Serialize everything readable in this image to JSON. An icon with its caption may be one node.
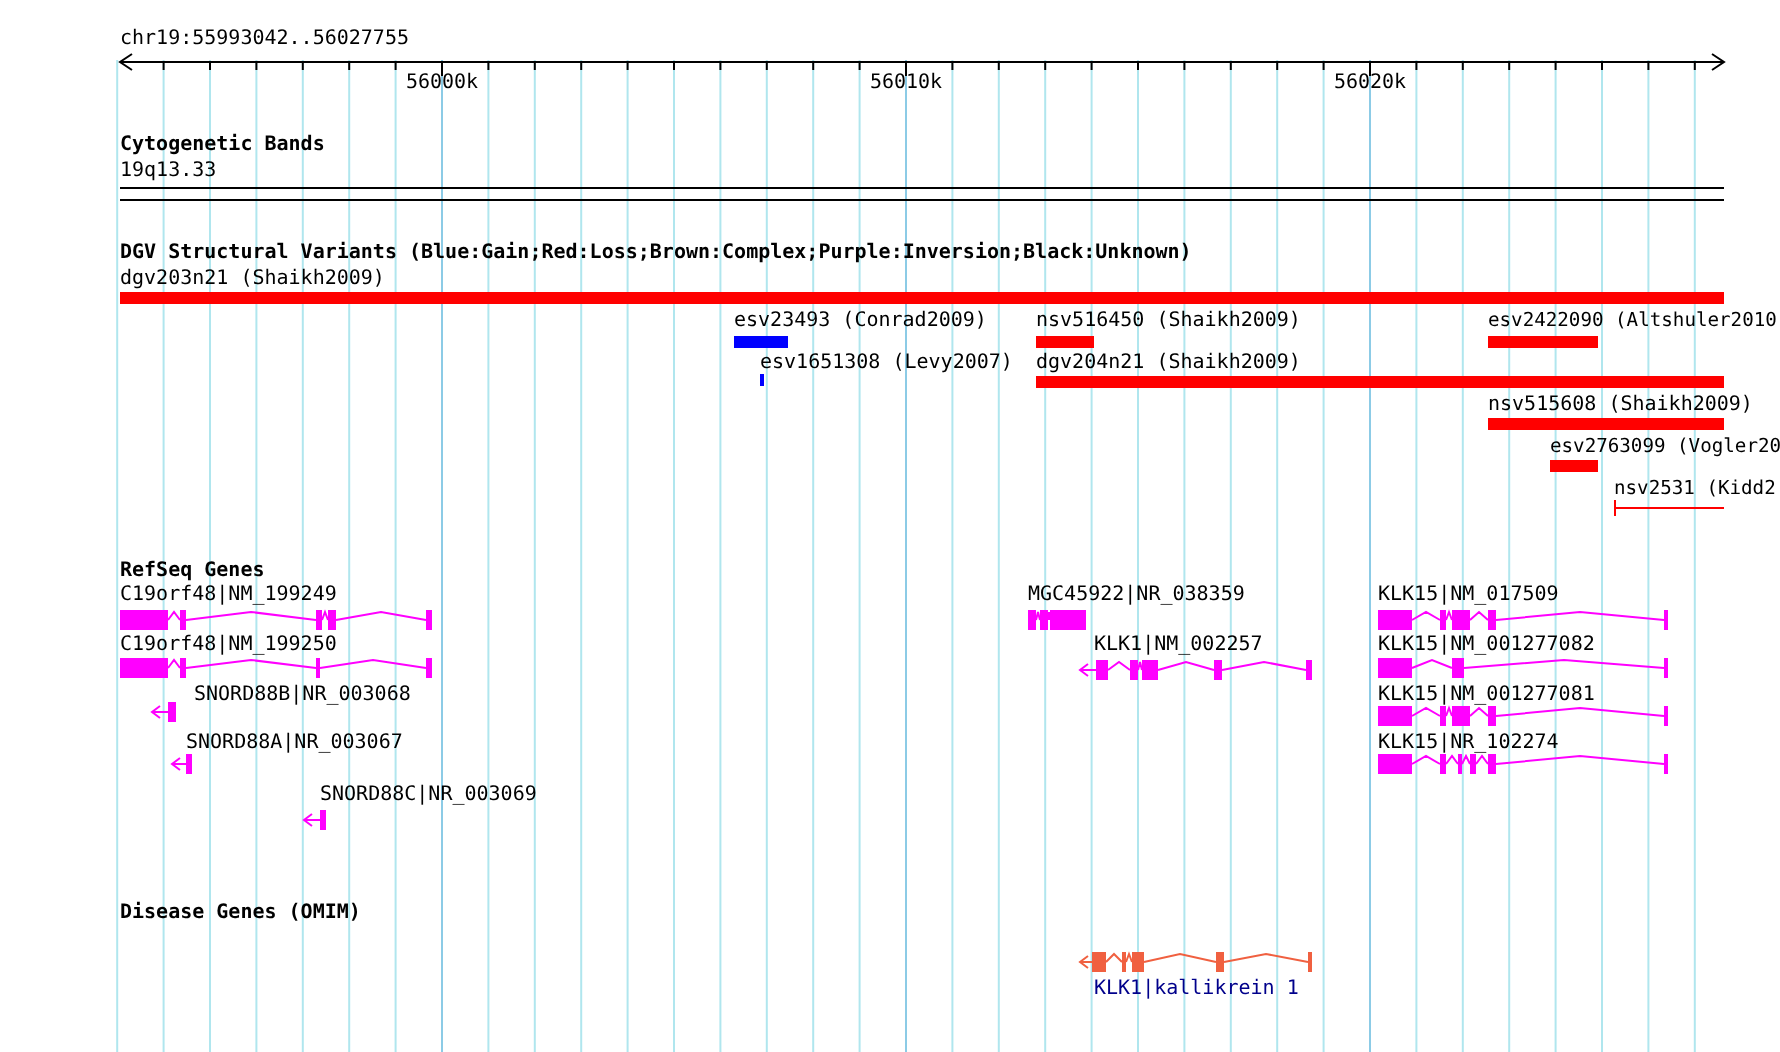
{
  "diagram": {
    "labels": [
      "chr19:55993042..56027755",
      "56000k",
      "56010k",
      "56020k",
      "Cytogenetic Bands",
      "19q13.33",
      "DGV Structural Variants (Blue:Gain;Red:Loss;Brown:Complex;Purple:Inversion;Black:Unknown)",
      "dgv203n21 (Shaikh2009)",
      "esv23493 (Conrad2009)",
      "nsv516450 (Shaikh2009)",
      "esv2422090 (Altshuler2010",
      "esv1651308 (Levy2007)",
      "dgv204n21 (Shaikh2009)",
      "nsv515608 (Shaikh2009)",
      "esv2763099 (Vogler20",
      "nsv2531 (Kidd2",
      "RefSeq Genes",
      "C19orf48|NM_199249",
      "MGC45922|NR_038359",
      "KLK15|NM_017509",
      "C19orf48|NM_199250",
      "KLK1|NM_002257",
      "KLK15|NM_001277082",
      "SNORD88B|NR_003068",
      "KLK15|NM_001277081",
      "SNORD88A|NR_003067",
      "KLK15|NR_102274",
      "SNORD88C|NR_003069",
      "Disease Genes (OMIM)",
      "KLK1|kallikrein 1"
    ]
  }
}
